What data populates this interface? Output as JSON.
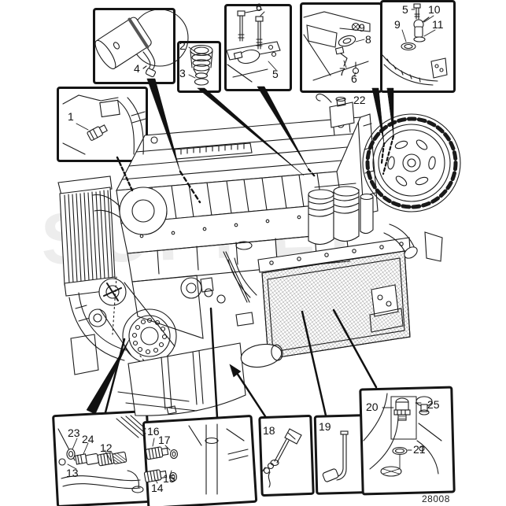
{
  "figure": {
    "number": "28008",
    "watermark": "SUPPLY"
  },
  "callouts": {
    "oil_filter": {
      "n4": "4"
    },
    "plug": {
      "n2": "2",
      "n3": "3"
    },
    "injector_sensor": {
      "n6": "6",
      "n5": "5"
    },
    "temp_sensors": {
      "n9": "9",
      "n8": "8",
      "n7": "7",
      "n6": "6"
    },
    "flywheel_sensor": {
      "n5": "5",
      "n10": "10",
      "n9": "9",
      "n11": "11"
    },
    "coolant_temp": {
      "n1": "1"
    },
    "engine": {
      "n22": "22"
    },
    "drain_fittings": {
      "n23": "23",
      "n24": "24",
      "n12": "12",
      "n13": "13"
    },
    "pressure_sensors": {
      "n16": "16",
      "n17": "17",
      "n15": "15",
      "n14": "14"
    },
    "dipstick_handle": {
      "n18": "18"
    },
    "dipstick_tube": {
      "n19": "19"
    },
    "oil_pressure": {
      "n20": "20",
      "n25": "25",
      "n21": "21"
    }
  }
}
